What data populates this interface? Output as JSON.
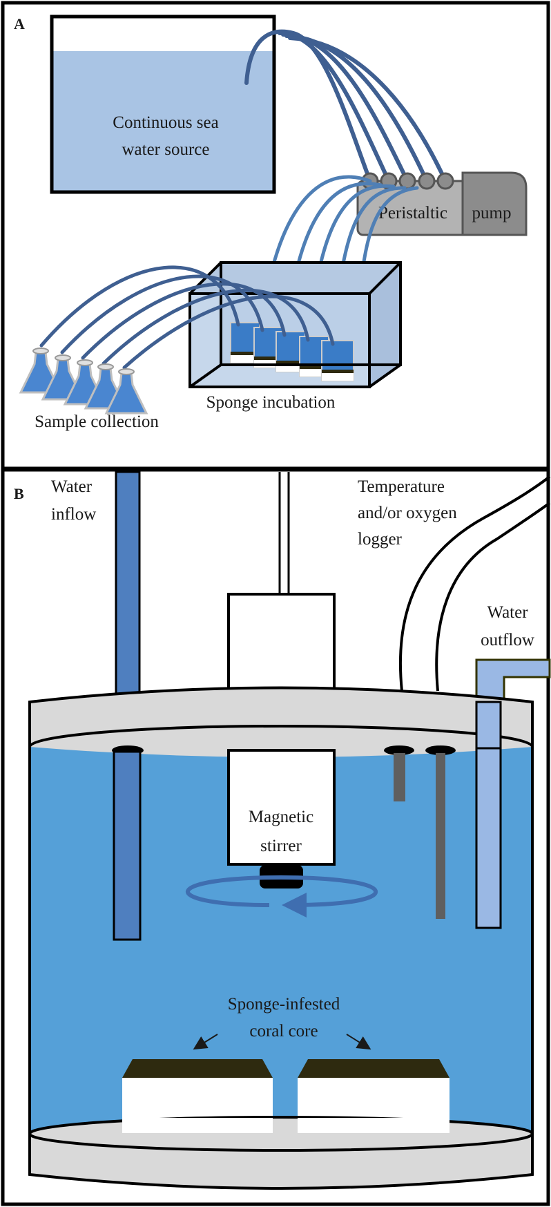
{
  "panel_a": {
    "letter": "A",
    "source_label_line1": "Continuous  sea",
    "source_label_line2": "water  source",
    "pump_label_part1": "Peristaltic",
    "pump_label_part2": "pump",
    "incubation_label": "Sponge incubation",
    "collection_label": "Sample  collection"
  },
  "panel_b": {
    "letter": "B",
    "inflow_label_line1": "Water",
    "inflow_label_line2": "inflow",
    "logger_label_line1": "Temperature",
    "logger_label_line2": "and/or  oxygen",
    "logger_label_line3": "logger",
    "outflow_label_line1": "Water",
    "outflow_label_line2": "outflow",
    "stirrer_label_line1": "Magnetic",
    "stirrer_label_line2": "stirrer",
    "core_label_line1": "Sponge-infested",
    "core_label_line2": "coral core"
  },
  "colors": {
    "tube": "#3f5f91",
    "tube_light": "#4f7fb5",
    "source_water": "#a9c4e4",
    "tank_water": "#55a0d8",
    "pump": "#b3b3b3",
    "pump_dark": "#8c8c8c",
    "flask": "#4a86d0",
    "chamber_grey": "#d9d9d9",
    "sediment": "#2e2a0f",
    "inflow_pipe": "#4f7fbf",
    "outflow_pipe": "#9ab8e4",
    "probe": "#5f5f5f"
  }
}
